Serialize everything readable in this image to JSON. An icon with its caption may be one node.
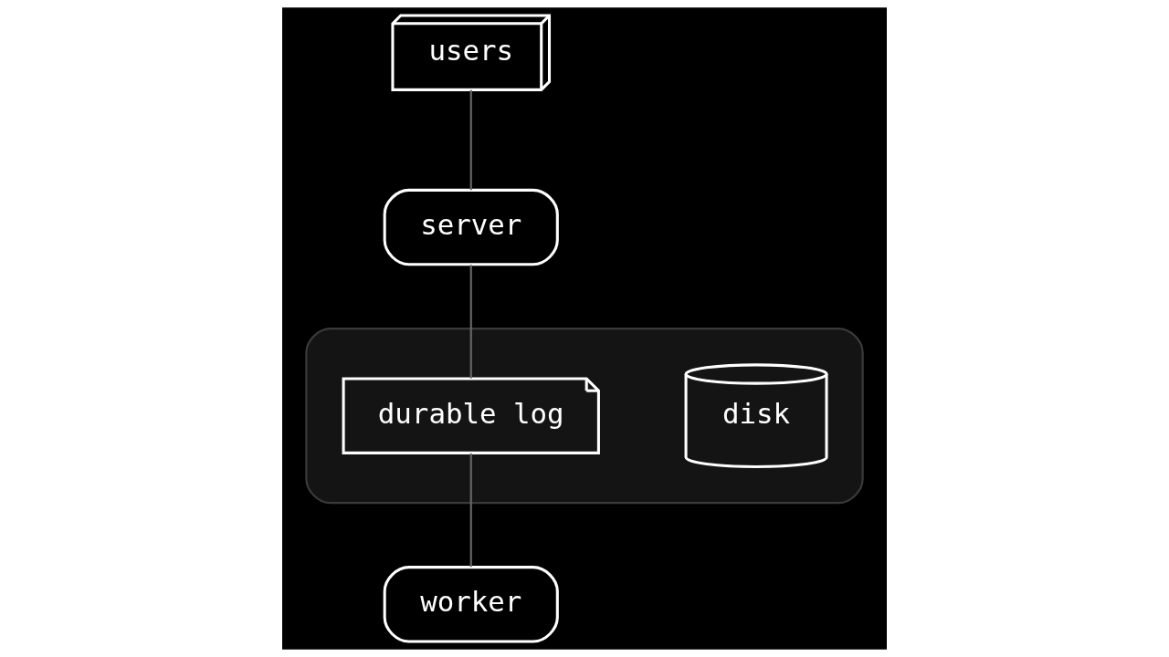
{
  "diagram": {
    "nodes": [
      {
        "text": [
          "users"
        ]
      },
      {
        "text": [
          "server"
        ]
      },
      {
        "text": [],
        "shape": "box"
      },
      {
        "text": [
          "disk"
        ],
        "in": 2
      },
      {
        "text": [
          "durable log"
        ],
        "in": 2
      },
      {
        "text": [
          "worker"
        ]
      }
    ],
    "edges": [
      {
        "from": 0,
        "to": 1,
        "arrow": "none"
      },
      {
        "from": 1,
        "to": 4,
        "arrow": "none"
      },
      {
        "from": 4,
        "to": 5,
        "arrow": "none"
      }
    ]
  }
}
